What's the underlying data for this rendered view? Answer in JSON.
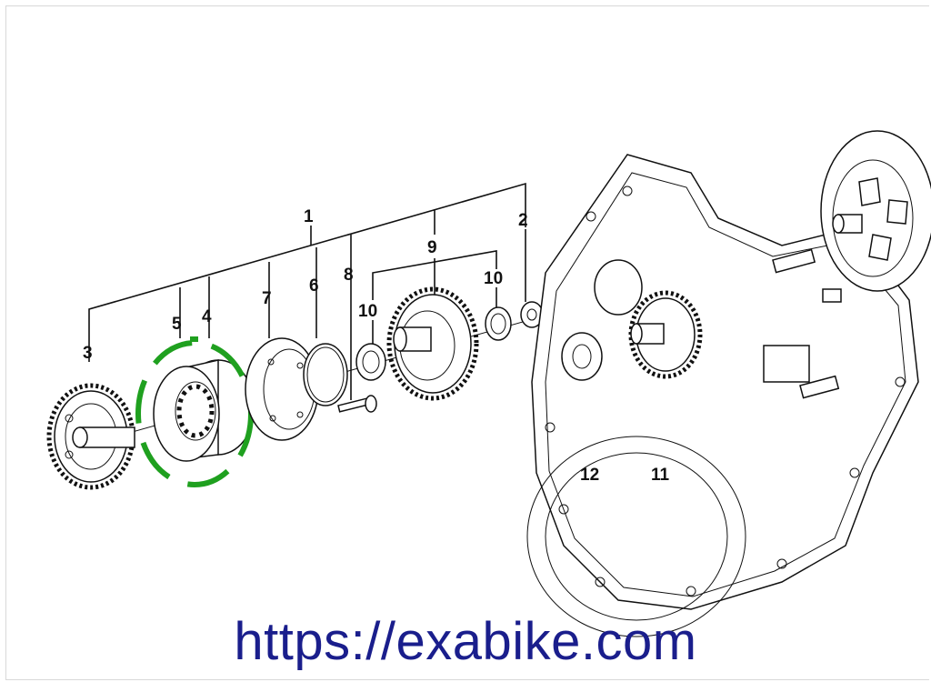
{
  "callouts": [
    "1",
    "2",
    "3",
    "4",
    "5",
    "6",
    "7",
    "8",
    "9",
    "10",
    "10",
    "11",
    "12"
  ],
  "highlight_color": "#1fa01f",
  "watermark": "https://exabike.com"
}
